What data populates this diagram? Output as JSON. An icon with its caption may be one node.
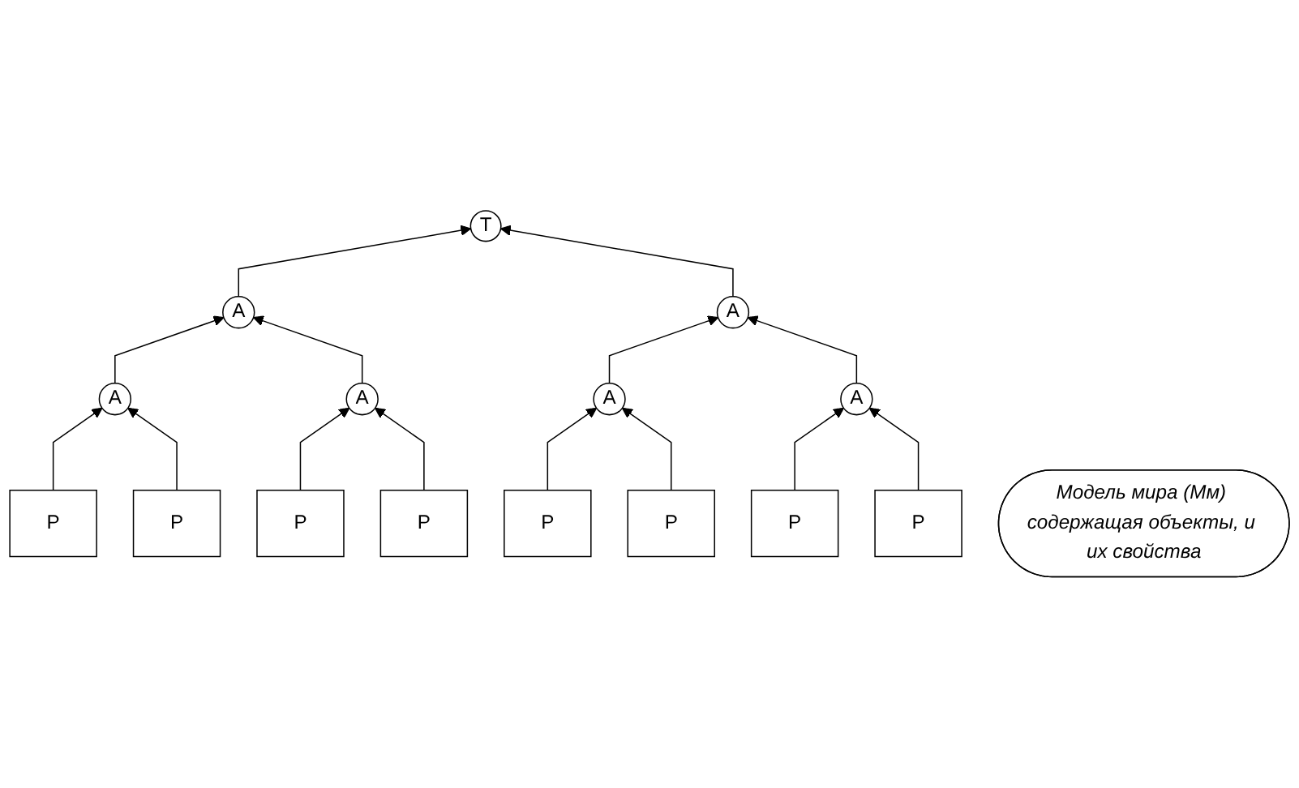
{
  "diagram": {
    "nodes": [
      {
        "text": [
          "T"
        ]
      },
      {
        "text": [
          "A"
        ]
      },
      {
        "text": [
          "A"
        ]
      },
      {
        "text": [
          "A"
        ]
      },
      {
        "text": [
          "A"
        ]
      },
      {
        "text": [
          "A"
        ]
      },
      {
        "text": [
          "A"
        ]
      },
      {
        "text": [
          "P"
        ]
      },
      {
        "text": [
          "P"
        ]
      },
      {
        "text": [
          "P"
        ]
      },
      {
        "text": [
          "P"
        ]
      },
      {
        "text": [
          "P"
        ]
      },
      {
        "text": [
          "P"
        ]
      },
      {
        "text": [
          "P"
        ]
      },
      {
        "text": [
          "P"
        ]
      },
      {
        "text": [
          "Модель мира (Мм) содержащая объекты, и их свойства"
        ]
      }
    ],
    "edges": [
      {
        "from": 1,
        "to": 0,
        "arrow": "to"
      },
      {
        "from": 2,
        "to": 0,
        "arrow": "to"
      },
      {
        "from": 3,
        "to": 1,
        "arrow": "to"
      },
      {
        "from": 4,
        "to": 1,
        "arrow": "to"
      },
      {
        "from": 5,
        "to": 2,
        "arrow": "to"
      },
      {
        "from": 6,
        "to": 2,
        "arrow": "to"
      },
      {
        "from": 7,
        "to": 3,
        "arrow": "to"
      },
      {
        "from": 8,
        "to": 3,
        "arrow": "to"
      },
      {
        "from": 9,
        "to": 4,
        "arrow": "to"
      },
      {
        "from": 10,
        "to": 4,
        "arrow": "to"
      },
      {
        "from": 11,
        "to": 5,
        "arrow": "to"
      },
      {
        "from": 12,
        "to": 5,
        "arrow": "to"
      },
      {
        "from": 13,
        "to": 6,
        "arrow": "to"
      },
      {
        "from": 14,
        "to": 6,
        "arrow": "to"
      }
    ]
  }
}
